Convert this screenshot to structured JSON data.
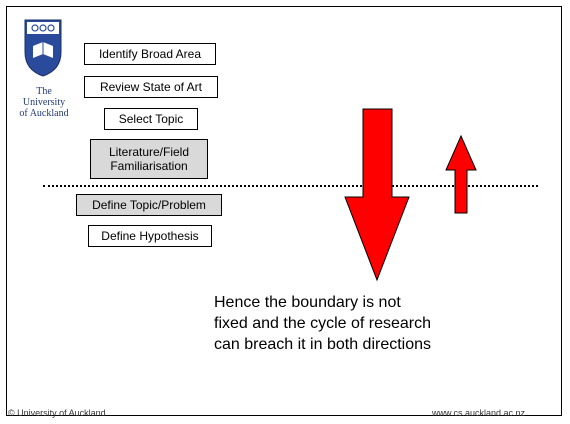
{
  "logo": {
    "line1": "The",
    "line2": "University",
    "line3": "of Auckland"
  },
  "steps": [
    {
      "label": "Identify Broad Area"
    },
    {
      "label": "Review State of Art"
    },
    {
      "label": "Select Topic"
    },
    {
      "label_line1": "Literature/Field",
      "label_line2": "Familiarisation"
    },
    {
      "label": "Define Topic/Problem"
    },
    {
      "label": "Define Hypothesis"
    }
  ],
  "note": {
    "line1": "Hence the boundary is not",
    "line2": "fixed and the cycle of research",
    "line3": "can breach it in both directions"
  },
  "footer": {
    "left": "© University of Auckland",
    "right": "www.cs.auckland.ac.nz"
  },
  "colors": {
    "arrow": "#ff0000",
    "grey_box": "#d9d9d9",
    "logo_blue": "#223a7a"
  }
}
